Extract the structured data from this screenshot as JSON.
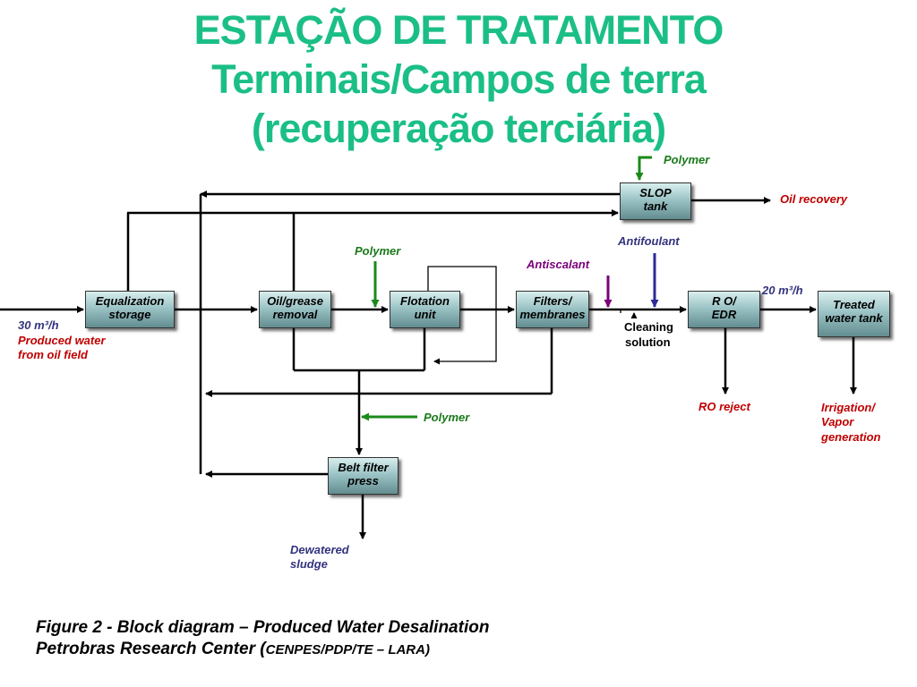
{
  "title": {
    "line1": "ESTAÇÃO DE TRATAMENTO",
    "line2": "Terminais/Campos de terra",
    "line3": "(recuperação terciária)"
  },
  "colors": {
    "title": "#1bbf86",
    "red_label": "#c00000",
    "green_label": "#1a7a1a",
    "navy_label": "#33337f",
    "purple_label": "#7a007a",
    "polymer_arrow": "#1a8a1a",
    "antiscalant_arrow": "#7a007a",
    "antifoulant_arrow": "#2b2b9a"
  },
  "boxes": {
    "equalization": [
      "Equalization",
      "storage"
    ],
    "oil_grease": [
      "Oil/grease",
      "removal"
    ],
    "flotation": [
      "Flotation",
      "unit"
    ],
    "filters": [
      "Filters/",
      "membranes"
    ],
    "ro_edr": [
      "R O/",
      "EDR"
    ],
    "treated_tank": [
      "Treated",
      "water tank"
    ],
    "slop_tank": [
      "SLOP",
      "tank"
    ],
    "belt_filter": [
      "Belt filter",
      "press"
    ]
  },
  "labels": {
    "inflow_rate": "30 m³/h",
    "inflow_1": "Produced water",
    "inflow_2": "from oil field",
    "outflow_rate": "20 m³/h",
    "polymer_top": "Polymer",
    "polymer_flotation": "Polymer",
    "polymer_belt": "Polymer",
    "antiscalant": "Antiscalant",
    "antifoulant": "Antifoulant",
    "cleaning_1": "Cleaning",
    "cleaning_2": "solution",
    "oil_recovery": "Oil recovery",
    "ro_reject": "RO reject",
    "irrigation_1": "Irrigation/",
    "irrigation_2": "Vapor",
    "irrigation_3": "generation",
    "sludge_1": "Dewatered",
    "sludge_2": "sludge"
  },
  "caption": {
    "line1": "Figure 2 - Block diagram – Produced Water Desalination",
    "line2_main": "Petrobras Research Center (",
    "line2_sub": "CENPES/PDP/TE – LARA)"
  }
}
